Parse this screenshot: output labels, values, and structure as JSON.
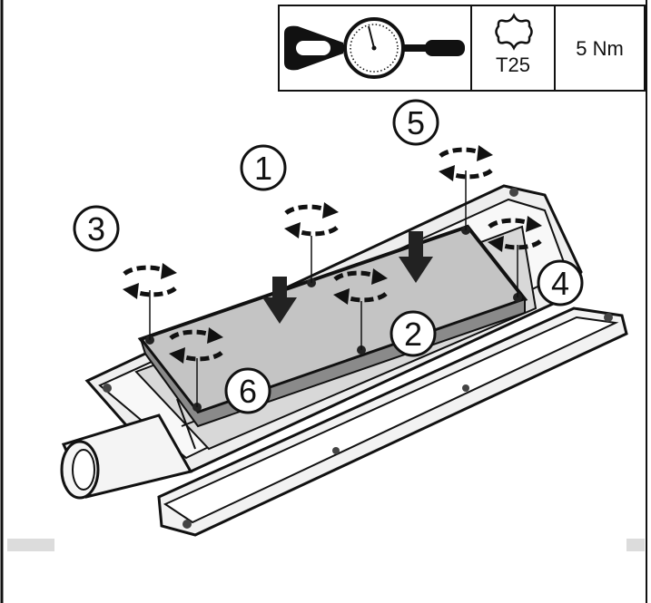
{
  "spec": {
    "tool_icon": "torque-wrench-icon",
    "bit_icon": "torx-star-icon",
    "bit_size": "T25",
    "torque": "5 Nm"
  },
  "steps": [
    {
      "number": "1",
      "icon": "rotate-arrows-icon"
    },
    {
      "number": "2",
      "icon": "rotate-arrows-icon"
    },
    {
      "number": "3",
      "icon": "rotate-arrows-icon"
    },
    {
      "number": "4",
      "icon": "rotate-arrows-icon"
    },
    {
      "number": "5",
      "icon": "rotate-arrows-icon"
    },
    {
      "number": "6",
      "icon": "rotate-arrows-icon"
    }
  ],
  "colors": {
    "cover_fill": "#c4c4c4",
    "line": "#111111",
    "housing_fill": "#f2f2f2"
  }
}
